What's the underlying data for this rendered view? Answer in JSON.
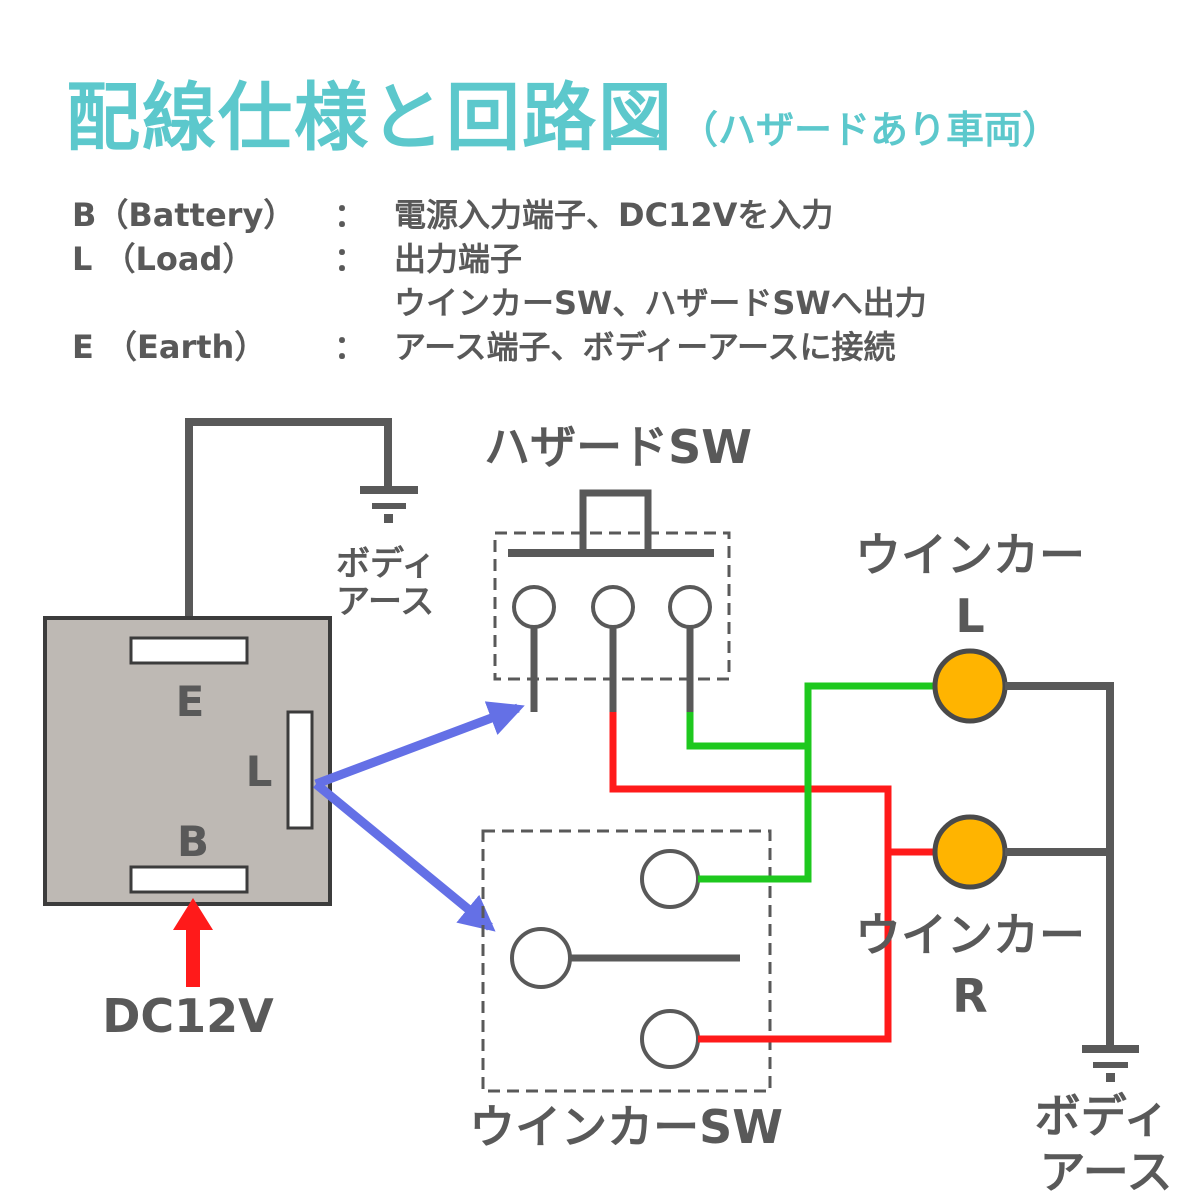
{
  "title": {
    "main": "配線仕様と回路図",
    "sub": "（ハザードあり車両）"
  },
  "spec": [
    {
      "term": "B（Battery）",
      "colon": "：",
      "desc": "電源入力端子、DC12Vを入力"
    },
    {
      "term": "L （Load）",
      "colon": "：",
      "desc": "出力端子"
    },
    {
      "term": "",
      "colon": "",
      "desc": "ウインカーSW、ハザードSWへ出力"
    },
    {
      "term": "E （Earth）",
      "colon": "：",
      "desc": "アース端子、ボディーアースに接続"
    }
  ],
  "diagram": {
    "relay": {
      "terminal_e": "E",
      "terminal_l": "L",
      "terminal_b": "B"
    },
    "dc_input": "DC12V",
    "earth_top": {
      "line1": "ボディ",
      "line2": "アース"
    },
    "hazard_sw": "ハザードSW",
    "winker_sw": "ウインカーSW",
    "lamp_l": {
      "line1": "ウインカー",
      "line2": "L"
    },
    "lamp_r": {
      "line1": "ウインカー",
      "line2": "R"
    },
    "earth_bottom": {
      "line1": "ボディ",
      "line2": "アース"
    }
  },
  "colors": {
    "title": "#5cc8cc",
    "text": "#595959",
    "wire_gray": "#595959",
    "wire_red": "#ff1a1a",
    "wire_green": "#1ec81e",
    "arrow_blue": "#6470e6",
    "relay_body": "#beb9b4",
    "lamp": "#ffb400"
  }
}
